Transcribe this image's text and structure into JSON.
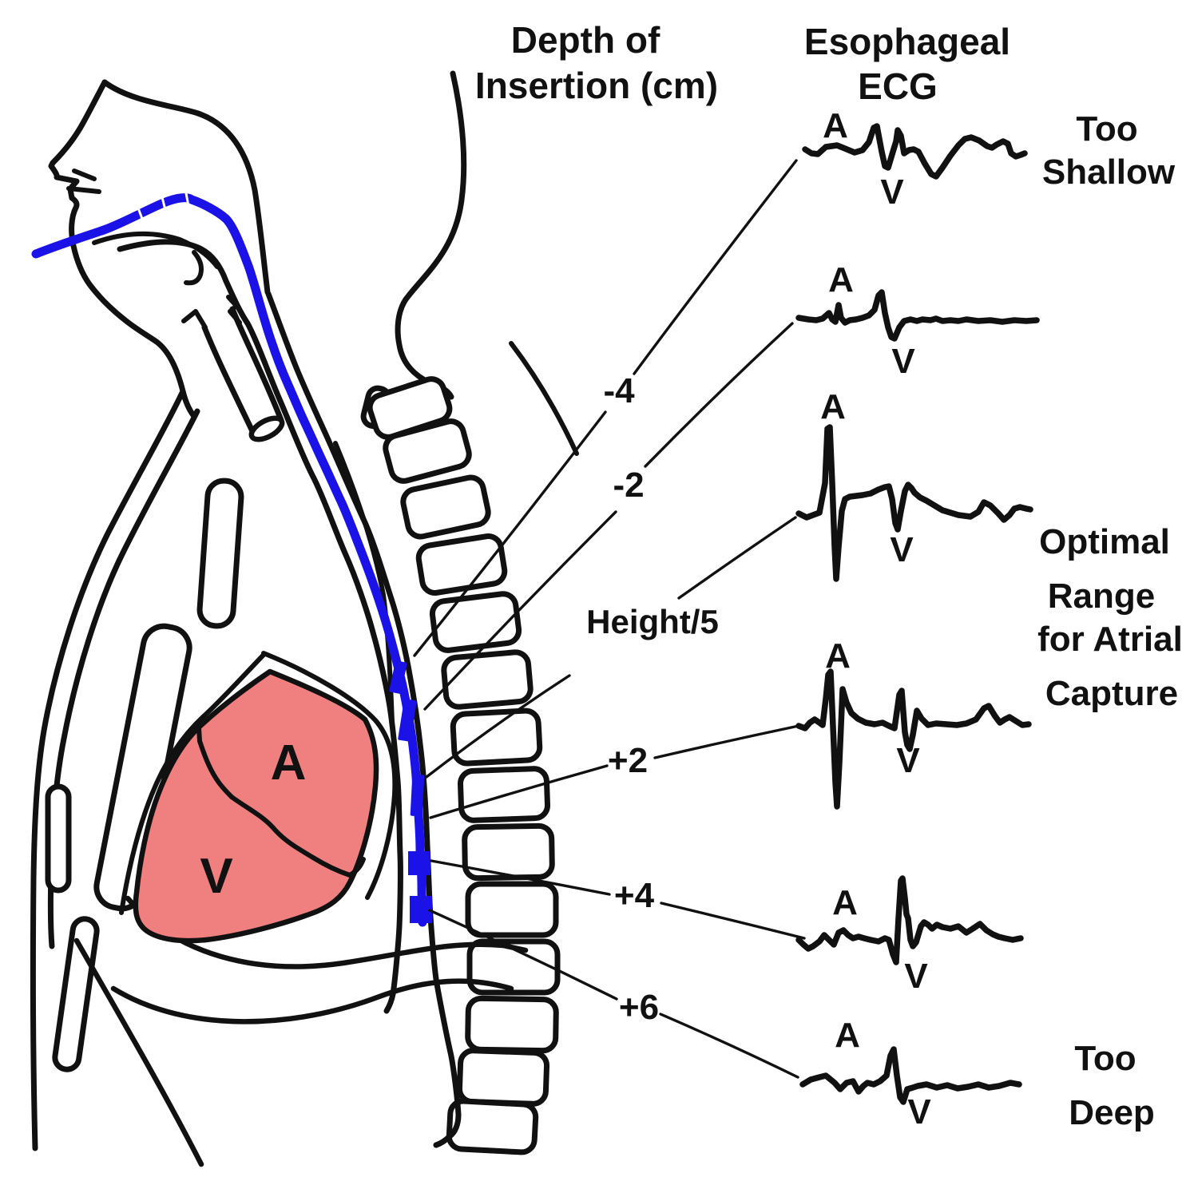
{
  "title": {
    "line1": "Depth of",
    "line2": "Insertion (cm)"
  },
  "ecg_header": {
    "line1": "Esophageal",
    "line2": "ECG"
  },
  "heart": {
    "atrium": "A",
    "ventricle": "V"
  },
  "depth_markers": [
    {
      "label": "-4"
    },
    {
      "label": "-2"
    },
    {
      "label": "Height/5"
    },
    {
      "label": "+2"
    },
    {
      "label": "+4"
    },
    {
      "label": "+6"
    }
  ],
  "traces": [
    {
      "depth": "-4",
      "a": "A",
      "v": "V"
    },
    {
      "depth": "-2",
      "a": "A",
      "v": "V"
    },
    {
      "depth": "Height/5",
      "a": "A",
      "v": "V"
    },
    {
      "depth": "+2",
      "a": "A",
      "v": "V"
    },
    {
      "depth": "+4",
      "a": "A",
      "v": "V"
    },
    {
      "depth": "+6",
      "a": "A",
      "v": "V"
    }
  ],
  "zones": [
    {
      "id": "too-shallow",
      "lines": [
        "Too",
        "Shallow"
      ]
    },
    {
      "id": "optimal-range",
      "lines": [
        "Optimal",
        "Range",
        "for Atrial",
        "Capture"
      ]
    },
    {
      "id": "too-deep",
      "lines": [
        "Too",
        "Deep"
      ]
    }
  ],
  "colors": {
    "ink": "#111111",
    "catheter_blue": "#1b12e8",
    "heart_fill": "#f08080"
  }
}
